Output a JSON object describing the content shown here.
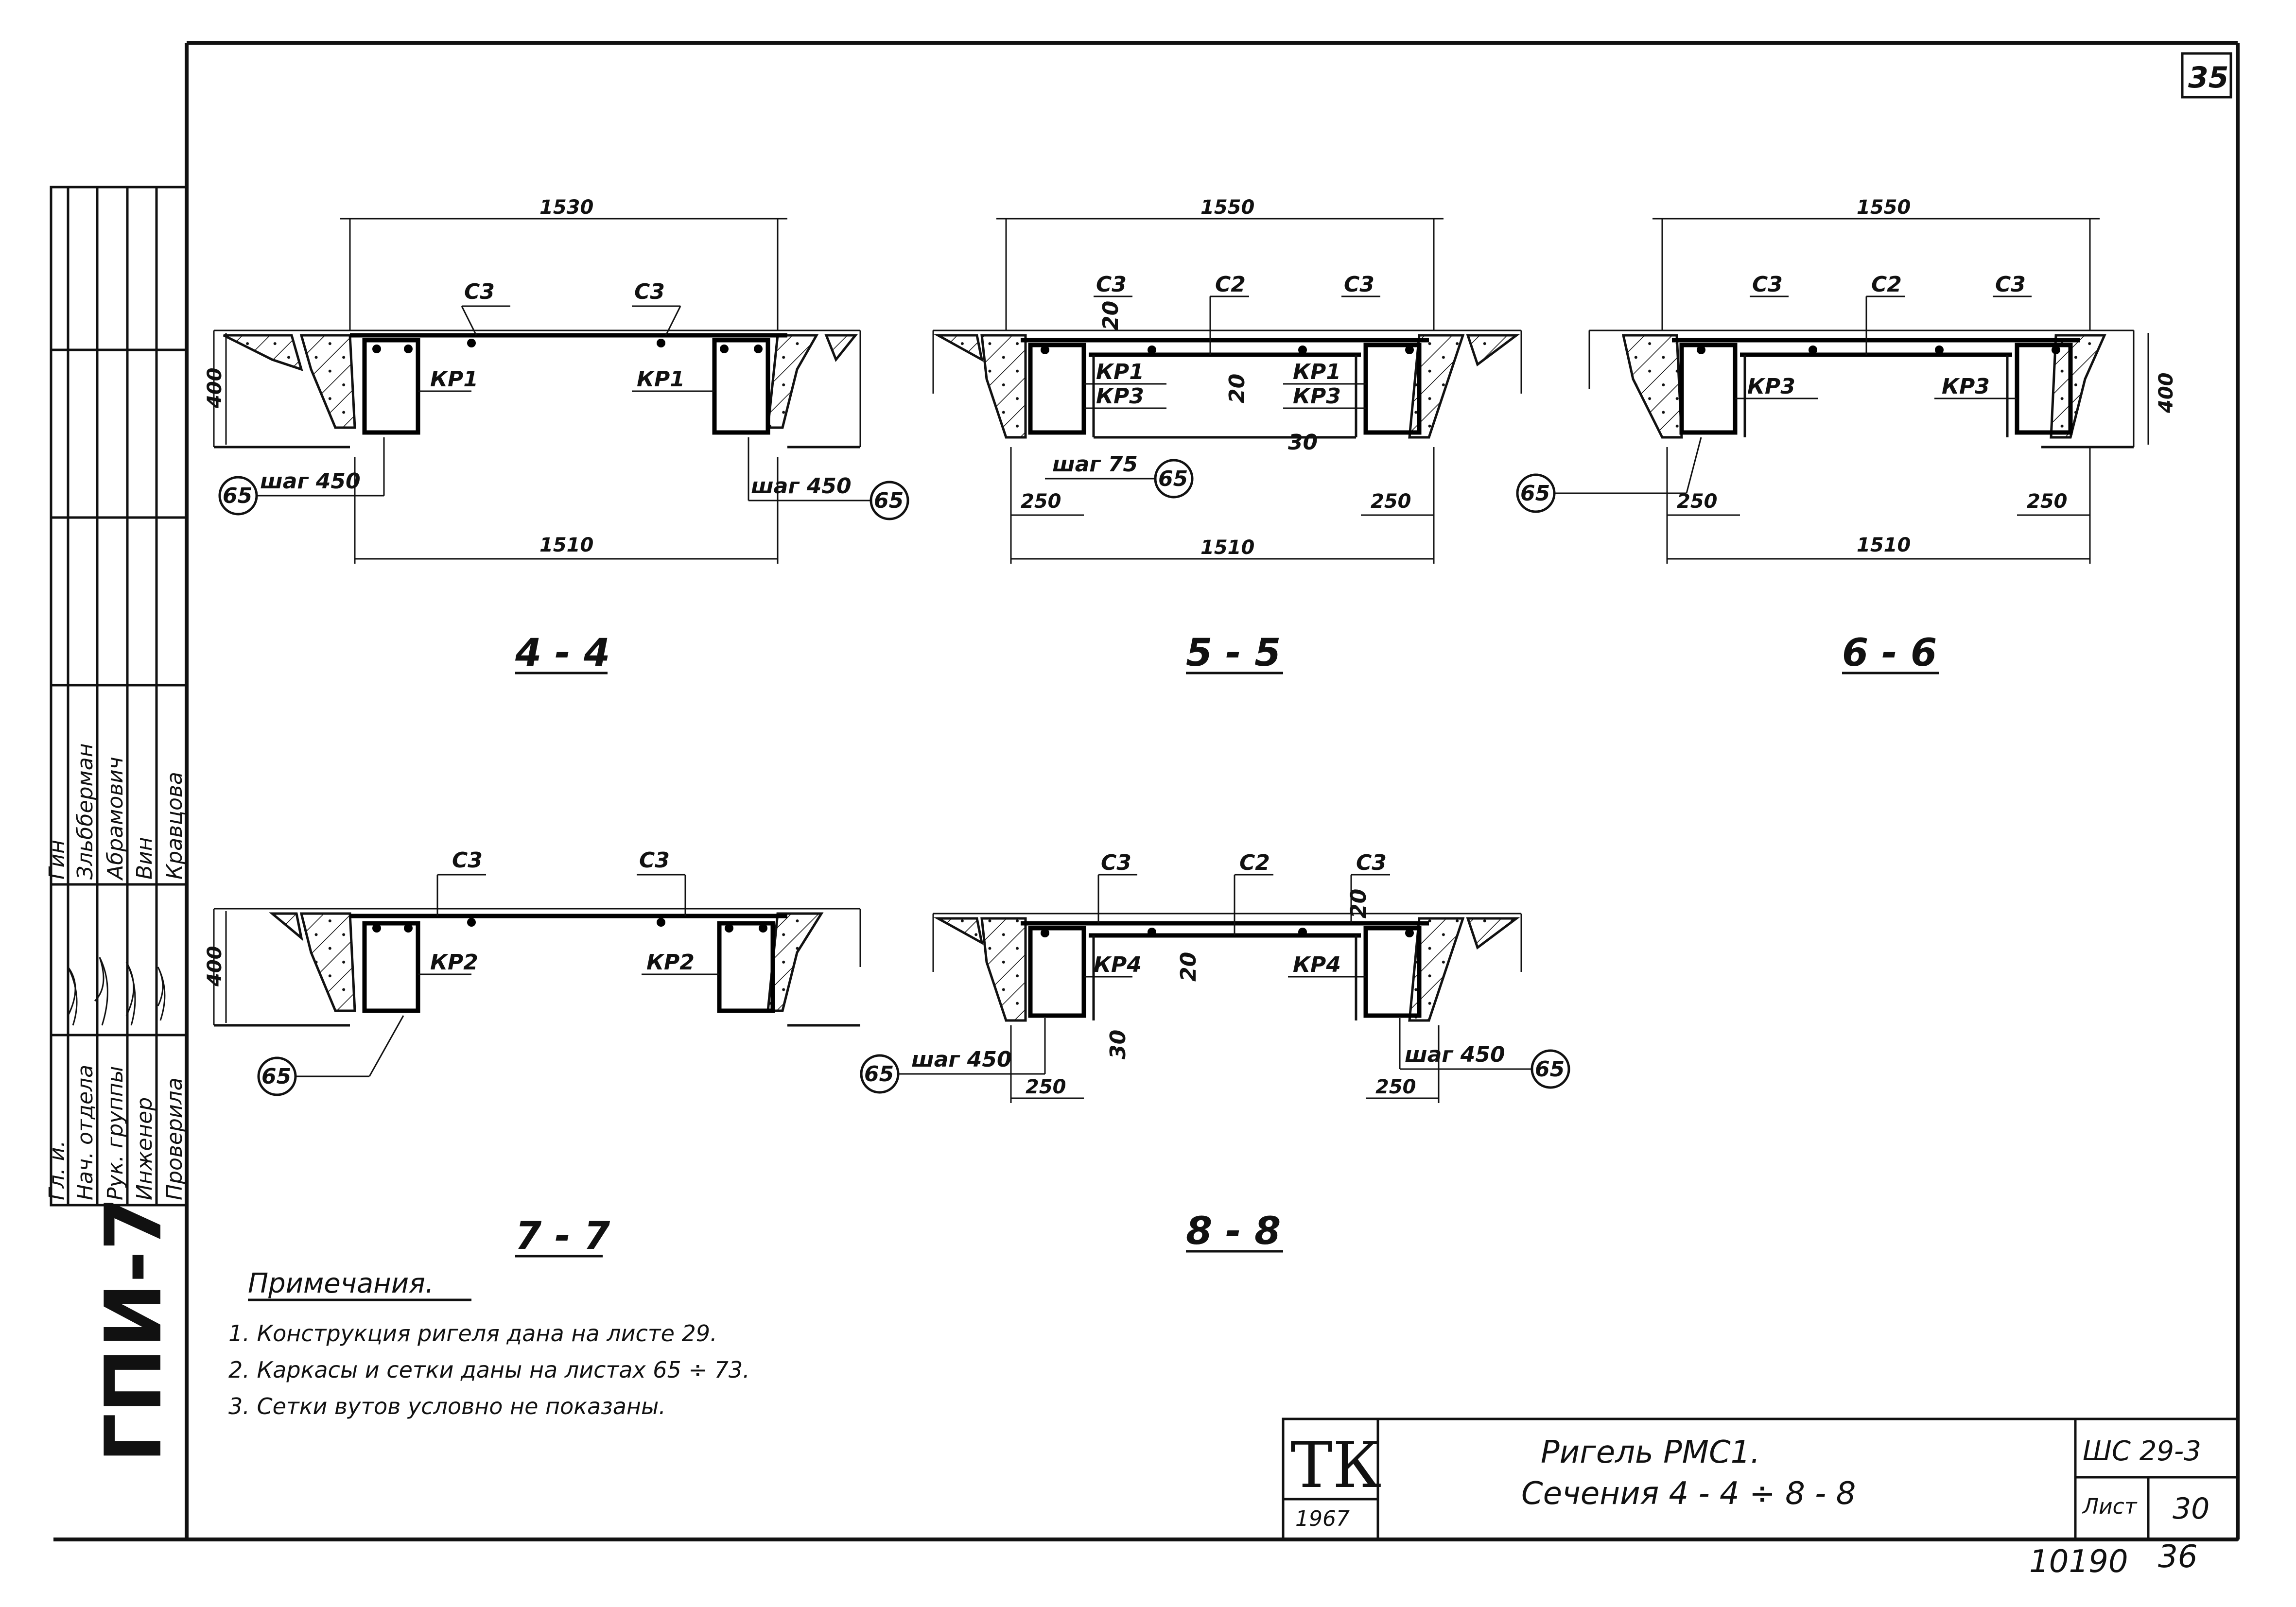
{
  "sheet": {
    "corner_number": "35",
    "org_vertical": "ГПИ-7",
    "bottom_ref": "10190",
    "bottom_page": "36"
  },
  "approval_block": {
    "roles": [
      "Гл. и.",
      "Нач. отдела",
      "Рук. группы",
      "Инженер",
      "Проверила"
    ],
    "names": [
      "Гин",
      "Зльбберман",
      "Абрамович",
      "Вин",
      "Кравцова"
    ]
  },
  "sections": [
    {
      "id": "4-4",
      "title": "4 - 4",
      "top_dim": "1530",
      "bottom_dim": "1510",
      "height_dim": "400",
      "labels": [
        "С3",
        "С3",
        "КР1",
        "КР1",
        "шаг 450",
        "шаг 450"
      ],
      "callouts": [
        "65",
        "65"
      ]
    },
    {
      "id": "5-5",
      "title": "5 - 5",
      "top_dim": "1550",
      "bottom_dim": "1510",
      "labels": [
        "С3",
        "С2",
        "С3",
        "КР1",
        "КР3",
        "КР1",
        "КР3",
        "шаг 75",
        "20",
        "20",
        "30"
      ],
      "side_dims": [
        "250",
        "250"
      ],
      "callouts": [
        "65"
      ]
    },
    {
      "id": "6-6",
      "title": "6 - 6",
      "top_dim": "1550",
      "bottom_dim": "1510",
      "height_dim": "400",
      "labels": [
        "С3",
        "С2",
        "С3",
        "КР3",
        "КР3"
      ],
      "side_dims": [
        "250",
        "250"
      ],
      "callouts": [
        "65"
      ]
    },
    {
      "id": "7-7",
      "title": "7 - 7",
      "height_dim": "400",
      "labels": [
        "С3",
        "С3",
        "КР2",
        "КР2"
      ],
      "callouts": [
        "65"
      ]
    },
    {
      "id": "8-8",
      "title": "8 - 8",
      "labels": [
        "С3",
        "С2",
        "С3",
        "КР4",
        "КР4",
        "шаг 450",
        "шаг 450",
        "20",
        "20",
        "30"
      ],
      "side_dims": [
        "250",
        "250"
      ],
      "callouts": [
        "65",
        "65"
      ]
    }
  ],
  "notes": {
    "heading": "Примечания.",
    "items": [
      "1. Конструкция ригеля дана на листе 29.",
      "2. Каркасы и сетки даны на листах 65 ÷ 73.",
      "3. Сетки вутов     условно не показаны."
    ]
  },
  "title_block": {
    "logo": "ТК",
    "year": "1967",
    "title_line1": "Ригель РМС1.",
    "title_line2": "Сечения 4 - 4 ÷ 8 - 8",
    "series": "ШС 29-3",
    "sheet_label": "Лист",
    "sheet_number": "30"
  }
}
